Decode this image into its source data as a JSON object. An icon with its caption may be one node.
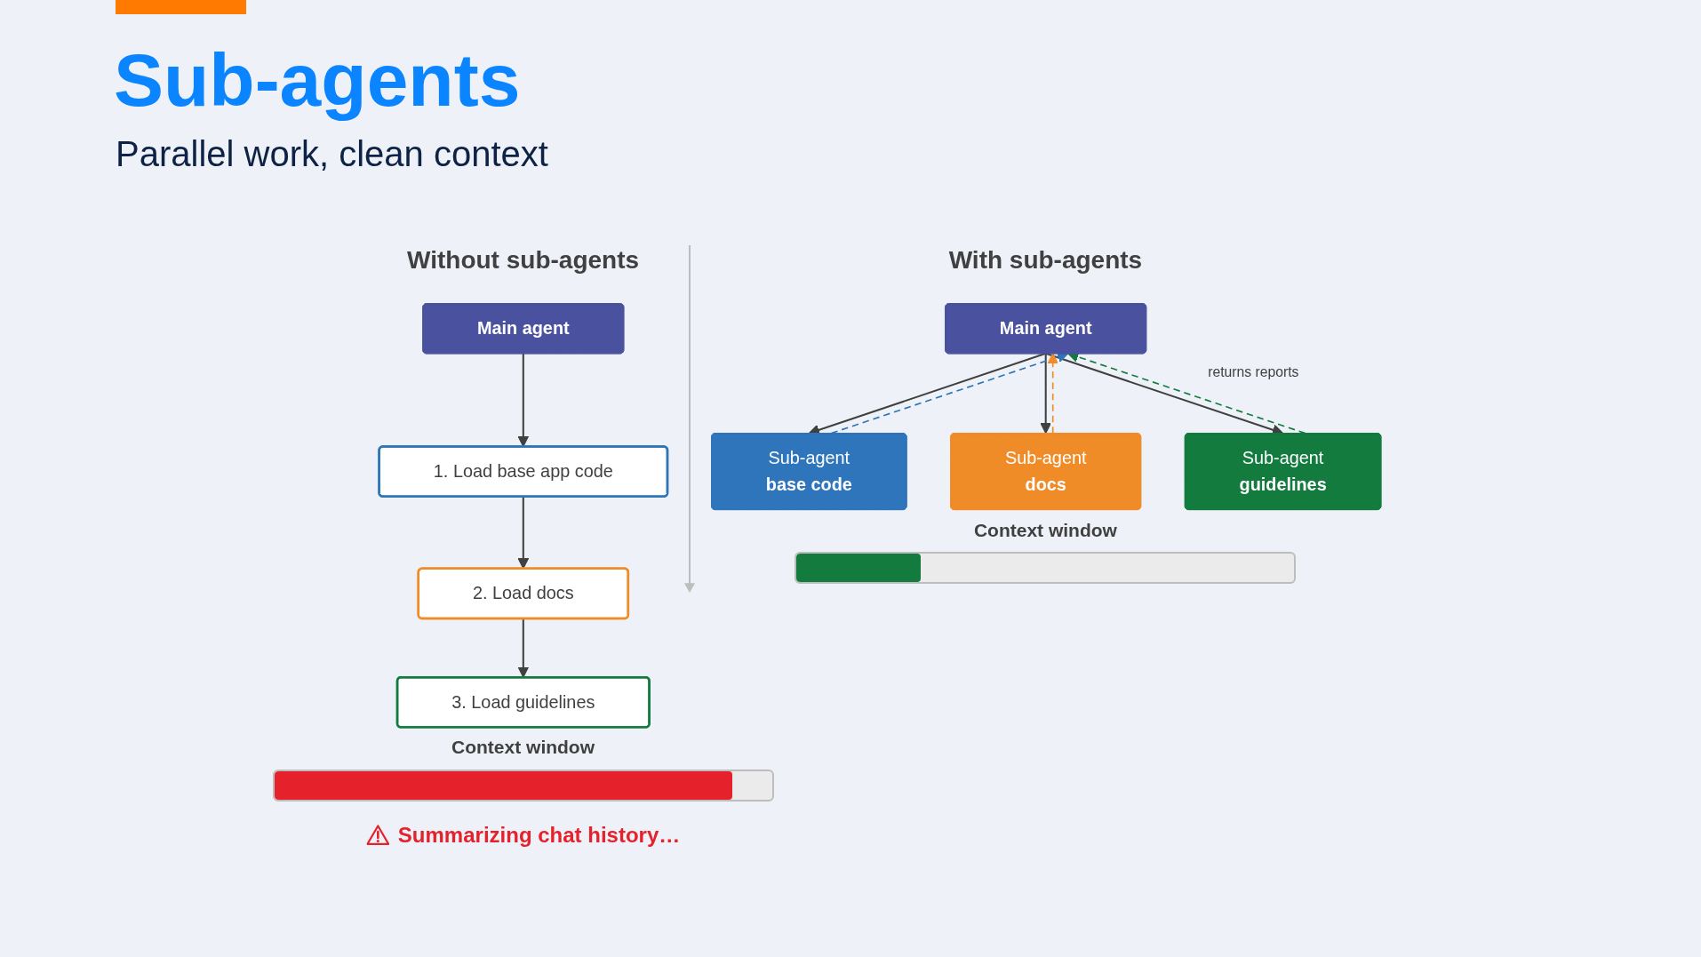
{
  "diagram": {
    "title": "Sub-agents",
    "nodes": [
      {
        "text": [
          "Main agent"
        ]
      },
      {
        "text": [
          "1. Load base app code"
        ]
      },
      {
        "text": [
          "2. Load docs"
        ]
      },
      {
        "text": [
          "3. Load guidelines"
        ]
      },
      {
        "text": [
          "Main agent"
        ]
      },
      {
        "text": [
          "Sub-agent",
          "base code"
        ]
      },
      {
        "text": [
          "Sub-agent",
          "docs"
        ]
      },
      {
        "text": [
          "Sub-agent",
          "guidelines"
        ]
      }
    ],
    "edges": [
      {
        "from": 0,
        "to": 1,
        "arrow": "to"
      },
      {
        "from": 1,
        "to": 2,
        "arrow": "to"
      },
      {
        "from": 2,
        "to": 3,
        "arrow": "to"
      },
      {
        "from": 4,
        "to": 5,
        "arrow": "to"
      },
      {
        "from": 4,
        "to": 6,
        "arrow": "to"
      },
      {
        "from": 4,
        "to": 7,
        "arrow": "to"
      },
      {
        "from": 5,
        "to": 4,
        "arrow": "to",
        "style": "dashed",
        "color": "#2e75b6"
      },
      {
        "from": 6,
        "to": 4,
        "arrow": "to",
        "style": "dashed",
        "color": "#f08c28"
      },
      {
        "from": 7,
        "to": 4,
        "arrow": "to",
        "style": "dashed",
        "color": "#137b3e",
        "label": "returns reports"
      }
    ],
    "labels": [
      "Parallel work, clean context",
      "Without sub-agents",
      "Context window",
      "Summarizing chat history…",
      "With sub-agents",
      "Context window"
    ]
  }
}
